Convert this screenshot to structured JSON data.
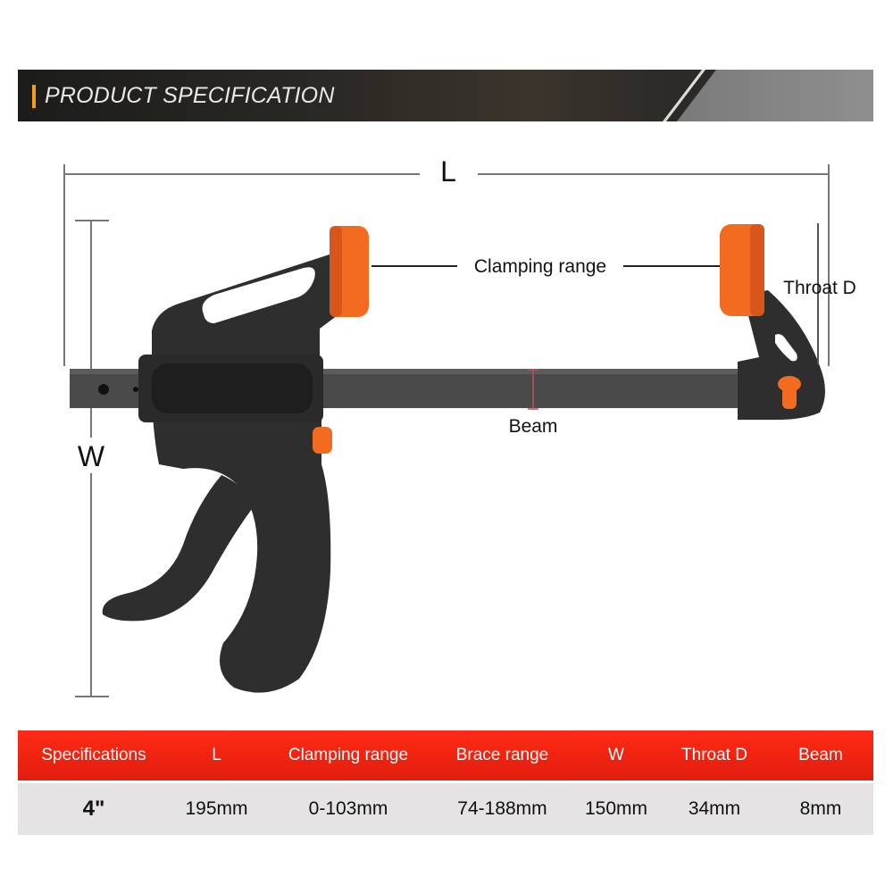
{
  "banner": {
    "title": "PRODUCT SPECIFICATION"
  },
  "diagram": {
    "length_label": "L",
    "width_label": "W",
    "clamping_label": "Clamping range",
    "throat_label": "Throat D",
    "beam_label": "Beam",
    "colors": {
      "body": "#2e2e2e",
      "beam": "#4a4a4a",
      "pads": "#f26b21"
    }
  },
  "table": {
    "headers": [
      "Specifications",
      "L",
      "Clamping range",
      "Brace range",
      "W",
      "Throat D",
      "Beam"
    ],
    "row": [
      "4\"",
      "195mm",
      "0-103mm",
      "74-188mm",
      "150mm",
      "34mm",
      "8mm"
    ],
    "header_color": "#ff2a14"
  }
}
